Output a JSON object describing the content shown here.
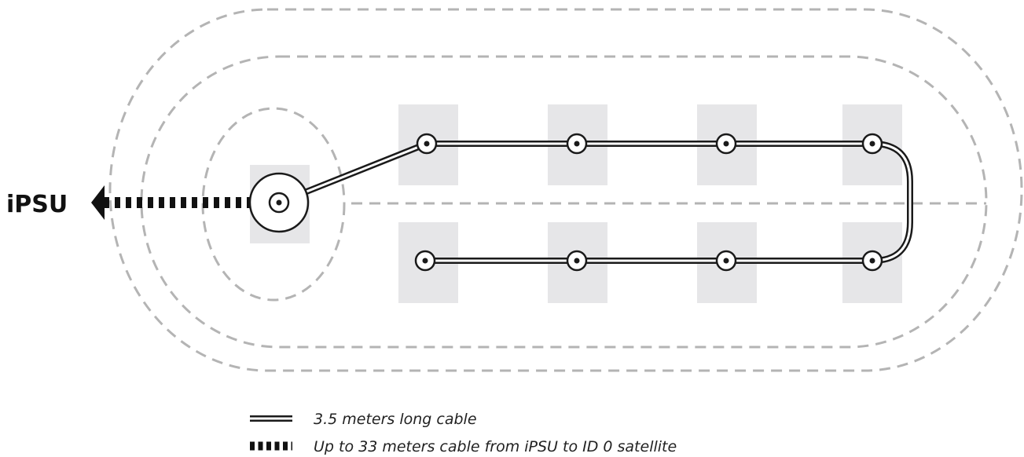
{
  "labels": {
    "source": "iPSU"
  },
  "legend": {
    "items": [
      {
        "style": "double-line",
        "text": "3.5 meters long cable"
      },
      {
        "style": "dotted-thick",
        "text": "Up to 33 meters cable from iPSU to ID 0 satellite"
      }
    ]
  },
  "colors": {
    "boundary_dashes": "#b4b4b4",
    "tile_fill": "#e6e6e8",
    "cable": "#1a1a1a"
  }
}
